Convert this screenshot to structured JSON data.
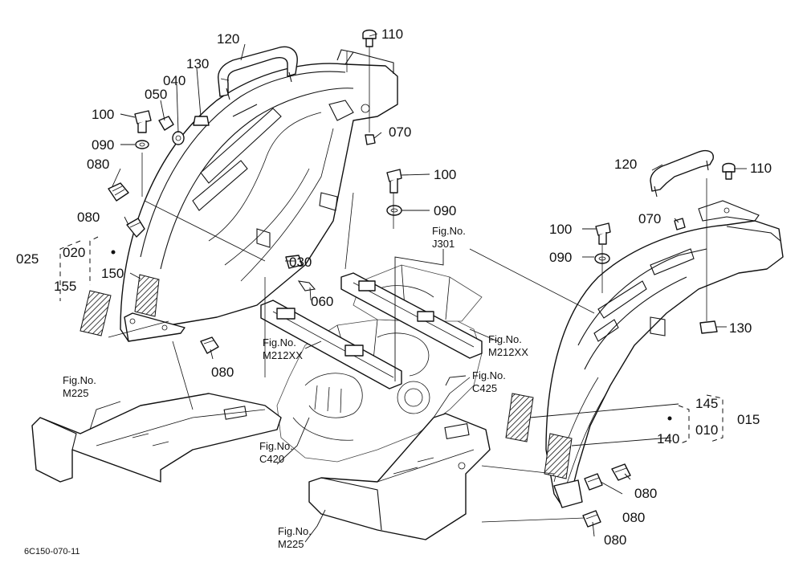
{
  "labels": {
    "l120a": "120",
    "l110a": "110",
    "l130a": "130",
    "l040": "040",
    "l050": "050",
    "l100a": "100",
    "l090a": "090",
    "l080a": "080",
    "l080b": "080",
    "l070a": "070",
    "l100b": "100",
    "l090b": "090",
    "l025": "025",
    "l020": "020",
    "l155": "155",
    "l150": "150",
    "l030": "030",
    "l060": "060",
    "l080c": "080",
    "l120b": "120",
    "l110b": "110",
    "l070b": "070",
    "l100c": "100",
    "l090c": "090",
    "l130b": "130",
    "l145": "145",
    "l015": "015",
    "l010": "010",
    "l140": "140",
    "l080d": "080",
    "l080e": "080",
    "l080f": "080"
  },
  "refs": {
    "j301": {
      "line1": "Fig.No.",
      "line2": "J301"
    },
    "m212a": {
      "line1": "Fig.No.",
      "line2": "M212XX"
    },
    "m212b": {
      "line1": "Fig.No.",
      "line2": "M212XX"
    },
    "c425": {
      "line1": "Fig.No.",
      "line2": "C425"
    },
    "m225a": {
      "line1": "Fig.No.",
      "line2": "M225"
    },
    "c420": {
      "line1": "Fig.No.",
      "line2": "C420"
    },
    "m225b": {
      "line1": "Fig.No.",
      "line2": "M225"
    }
  },
  "footer": {
    "code": "6C150-070-11"
  }
}
